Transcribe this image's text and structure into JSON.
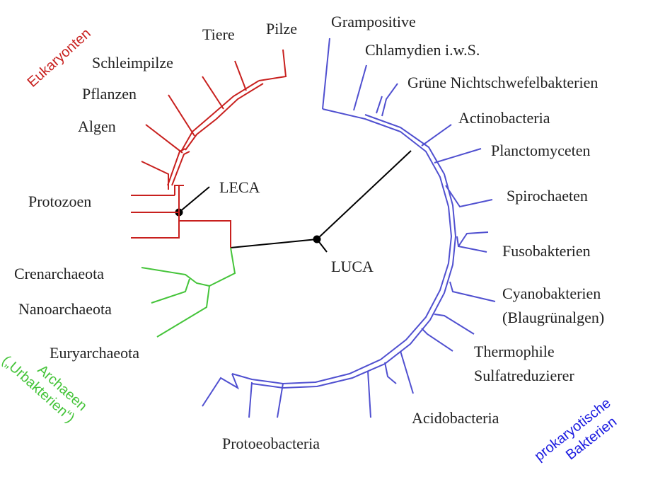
{
  "colors": {
    "eukaryota": "#c8201e",
    "archaea": "#45c43a",
    "bacteria": "#5050d0",
    "root": "#000000"
  },
  "nodes": {
    "luca": "LUCA",
    "leca": "LECA"
  },
  "groups": {
    "eukaryota": "Eukaryonten",
    "archaea_line1": "Archaeen",
    "archaea_line2": "(„Urbakterien“)",
    "bacteria_line1": "prokaryotische",
    "bacteria_line2": "Bakterien"
  },
  "eukaryota_taxa": {
    "pilze": "Pilze",
    "tiere": "Tiere",
    "schleimpilze": "Schleimpilze",
    "pflanzen": "Pflanzen",
    "algen": "Algen",
    "protozoen": "Protozoen"
  },
  "archaea_taxa": {
    "crenarchaeota": "Crenarchaeota",
    "nanoarchaeota": "Nanoarchaeota",
    "euryarchaeota": "Euryarchaeota"
  },
  "bacteria_taxa": {
    "grampositive": "Grampositive",
    "chlamydien": "Chlamydien i.w.S.",
    "gruene": "Grüne Nichtschwefelbakterien",
    "actinobacteria": "Actinobacteria",
    "planctomyceten": "Planctomyceten",
    "spirochaeten": "Spirochaeten",
    "fusobakterien": "Fusobakterien",
    "cyano_line1": "Cyanobakterien",
    "cyano_line2": "(Blaugrünalgen)",
    "thermo_line1": "Thermophile",
    "thermo_line2": "Sulfatreduzierer",
    "acidobacteria": "Acidobacteria",
    "protoeobacteria": "Protoeobacteria"
  }
}
